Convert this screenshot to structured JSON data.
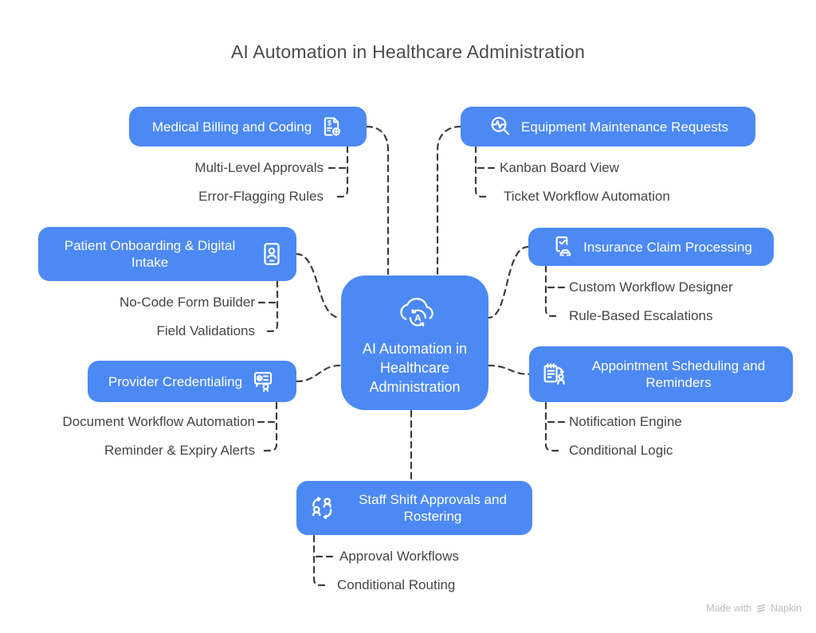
{
  "title": "AI Automation in Healthcare Administration",
  "center": {
    "label": "AI Automation in Healthcare Administration",
    "icon": "cloud-automation-icon"
  },
  "branches": [
    {
      "id": "medical-billing",
      "label": "Medical Billing and Coding",
      "icon": "billing-invoice-icon",
      "side": "left",
      "children": [
        "Multi-Level Approvals",
        "Error-Flagging Rules"
      ]
    },
    {
      "id": "equipment-maintenance",
      "label": "Equipment Maintenance Requests",
      "icon": "diagnostics-magnifier-icon",
      "side": "right",
      "children": [
        "Kanban Board View",
        "Ticket Workflow Automation"
      ]
    },
    {
      "id": "patient-onboarding",
      "label": "Patient Onboarding & Digital Intake",
      "icon": "id-card-icon",
      "side": "left",
      "children": [
        "No-Code Form Builder",
        "Field Validations"
      ]
    },
    {
      "id": "insurance-claim",
      "label": "Insurance Claim Processing",
      "icon": "claim-car-icon",
      "side": "right",
      "children": [
        "Custom Workflow Designer",
        "Rule-Based Escalations"
      ]
    },
    {
      "id": "provider-credentialing",
      "label": "Provider Credentialing",
      "icon": "credential-certificate-icon",
      "side": "left",
      "children": [
        "Document Workflow Automation",
        "Reminder & Expiry Alerts"
      ]
    },
    {
      "id": "appointment-scheduling",
      "label": "Appointment Scheduling and Reminders",
      "icon": "schedule-person-icon",
      "side": "right",
      "children": [
        "Notification Engine",
        "Conditional Logic"
      ]
    },
    {
      "id": "staff-shift",
      "label": "Staff Shift Approvals and Rostering",
      "icon": "staff-rotation-icon",
      "side": "bottom",
      "children": [
        "Approval Workflows",
        "Conditional Routing"
      ]
    }
  ],
  "watermark": {
    "text_prefix": "Made with",
    "brand": "Napkin"
  },
  "colors": {
    "node_blue": "#4C89F4",
    "node_text": "#ffffff",
    "label_gray": "#454545",
    "connector": "#3d3d3d",
    "title": "#4b4b4b",
    "watermark": "#b9bdc4"
  }
}
